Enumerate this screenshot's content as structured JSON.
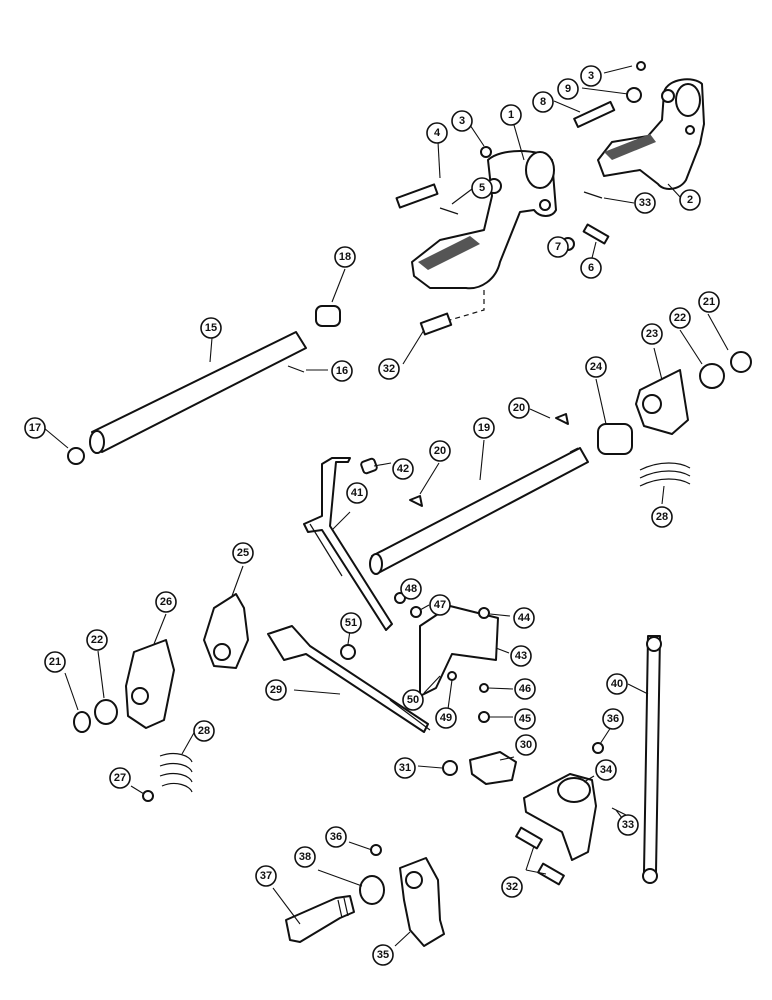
{
  "diagram": {
    "callouts": [
      {
        "id": "c1",
        "label": "1"
      },
      {
        "id": "c2",
        "label": "2"
      },
      {
        "id": "c3a",
        "label": "3"
      },
      {
        "id": "c3b",
        "label": "3"
      },
      {
        "id": "c4",
        "label": "4"
      },
      {
        "id": "c5",
        "label": "5"
      },
      {
        "id": "c6",
        "label": "6"
      },
      {
        "id": "c7",
        "label": "7"
      },
      {
        "id": "c8",
        "label": "8"
      },
      {
        "id": "c9",
        "label": "9"
      },
      {
        "id": "c15",
        "label": "15"
      },
      {
        "id": "c16",
        "label": "16"
      },
      {
        "id": "c17",
        "label": "17"
      },
      {
        "id": "c18",
        "label": "18"
      },
      {
        "id": "c19",
        "label": "19"
      },
      {
        "id": "c20a",
        "label": "20"
      },
      {
        "id": "c20b",
        "label": "20"
      },
      {
        "id": "c21a",
        "label": "21"
      },
      {
        "id": "c21b",
        "label": "21"
      },
      {
        "id": "c22a",
        "label": "22"
      },
      {
        "id": "c22b",
        "label": "22"
      },
      {
        "id": "c23",
        "label": "23"
      },
      {
        "id": "c24",
        "label": "24"
      },
      {
        "id": "c25",
        "label": "25"
      },
      {
        "id": "c26",
        "label": "26"
      },
      {
        "id": "c27",
        "label": "27"
      },
      {
        "id": "c28a",
        "label": "28"
      },
      {
        "id": "c28b",
        "label": "28"
      },
      {
        "id": "c29",
        "label": "29"
      },
      {
        "id": "c30",
        "label": "30"
      },
      {
        "id": "c31",
        "label": "31"
      },
      {
        "id": "c32a",
        "label": "32"
      },
      {
        "id": "c32b",
        "label": "32"
      },
      {
        "id": "c33a",
        "label": "33"
      },
      {
        "id": "c33b",
        "label": "33"
      },
      {
        "id": "c34",
        "label": "34"
      },
      {
        "id": "c35",
        "label": "35"
      },
      {
        "id": "c36a",
        "label": "36"
      },
      {
        "id": "c36b",
        "label": "36"
      },
      {
        "id": "c37",
        "label": "37"
      },
      {
        "id": "c38",
        "label": "38"
      },
      {
        "id": "c40",
        "label": "40"
      },
      {
        "id": "c41",
        "label": "41"
      },
      {
        "id": "c42",
        "label": "42"
      },
      {
        "id": "c43",
        "label": "43"
      },
      {
        "id": "c44",
        "label": "44"
      },
      {
        "id": "c45",
        "label": "45"
      },
      {
        "id": "c46",
        "label": "46"
      },
      {
        "id": "c47",
        "label": "47"
      },
      {
        "id": "c48",
        "label": "48"
      },
      {
        "id": "c49",
        "label": "49"
      },
      {
        "id": "c50",
        "label": "50"
      },
      {
        "id": "c51",
        "label": "51"
      }
    ]
  },
  "colors": {
    "ink": "#111111",
    "paper": "#ffffff",
    "shade": "#555555"
  }
}
